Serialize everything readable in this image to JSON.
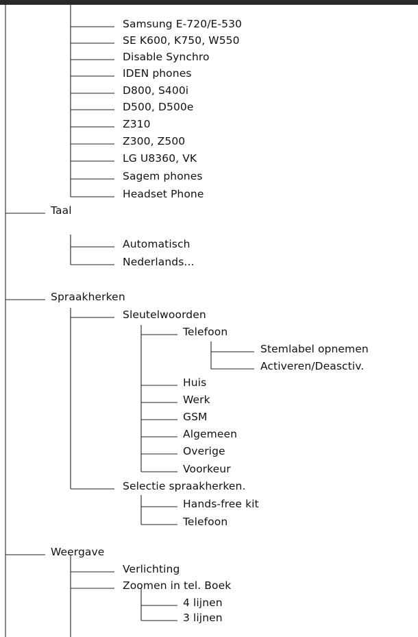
{
  "tree": [
    {
      "label": "Samsung E-720/E-530",
      "level": 2
    },
    {
      "label": "SE K600, K750, W550",
      "level": 2
    },
    {
      "label": "Disable Synchro",
      "level": 2
    },
    {
      "label": "IDEN phones",
      "level": 2
    },
    {
      "label": "D800, S400i",
      "level": 2
    },
    {
      "label": "D500, D500e",
      "level": 2
    },
    {
      "label": "Z310",
      "level": 2
    },
    {
      "label": "Z300, Z500",
      "level": 2
    },
    {
      "label": "LG U8360, VK",
      "level": 2
    },
    {
      "label": "Sagem phones",
      "level": 2
    },
    {
      "label": "Headset Phone",
      "level": 2
    },
    {
      "label": "Taal",
      "level": 1
    },
    {
      "label": "Automatisch",
      "level": 2
    },
    {
      "label": "Nederlands...",
      "level": 2
    },
    {
      "label": "Spraakherken",
      "level": 1
    },
    {
      "label": "Sleutelwoorden",
      "level": 2
    },
    {
      "label": "Telefoon",
      "level": 3
    },
    {
      "label": "Stemlabel opnemen",
      "level": 4
    },
    {
      "label": "Activeren/Deasctiv.",
      "level": 4
    },
    {
      "label": "Huis",
      "level": 3
    },
    {
      "label": "Werk",
      "level": 3
    },
    {
      "label": "GSM",
      "level": 3
    },
    {
      "label": "Algemeen",
      "level": 3
    },
    {
      "label": "Overige",
      "level": 3
    },
    {
      "label": "Voorkeur",
      "level": 3
    },
    {
      "label": "Selectie spraakherken.",
      "level": 2
    },
    {
      "label": "Hands-free kit",
      "level": 3
    },
    {
      "label": "Telefoon",
      "level": 3
    },
    {
      "label": "Weergave",
      "level": 1
    },
    {
      "label": "Verlichting",
      "level": 2
    },
    {
      "label": "Zoomen in tel. Boek",
      "level": 2
    },
    {
      "label": "4 lijnen",
      "level": 3
    },
    {
      "label": "3 lijnen",
      "level": 3
    }
  ]
}
